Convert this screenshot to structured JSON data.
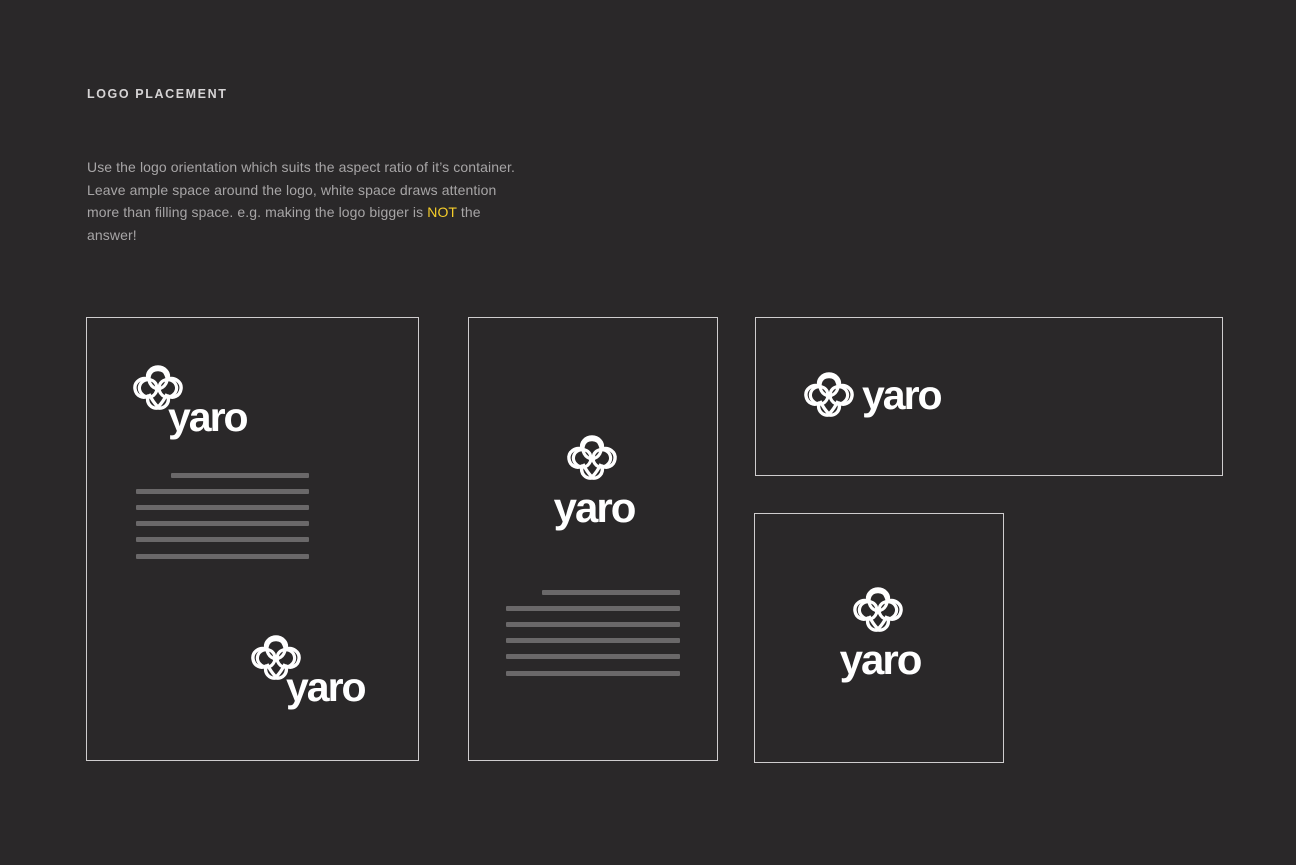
{
  "page": {
    "heading": "LOGO PLACEMENT",
    "description_before": "Use the logo orientation which suits the aspect ratio of it’s container. Leave ample space around the logo, white space draws attention more than filling space. e.g. making the logo bigger is ",
    "description_highlight": "NOT",
    "description_after": " the answer!"
  },
  "brand": {
    "wordmark": "yaro",
    "logo_icon": "flower-knot-icon",
    "colors": {
      "background": "#2a2829",
      "frame": "#cfcdce",
      "logo": "#ffffff",
      "text_placeholder": "#6a6869",
      "highlight": "#f5cd2a"
    }
  },
  "examples": [
    {
      "name": "portrait-page",
      "text_lines": 6
    },
    {
      "name": "narrow-portrait-page",
      "text_lines": 6
    },
    {
      "name": "landscape-banner",
      "text_lines": 0
    },
    {
      "name": "square-tile",
      "text_lines": 0
    }
  ]
}
